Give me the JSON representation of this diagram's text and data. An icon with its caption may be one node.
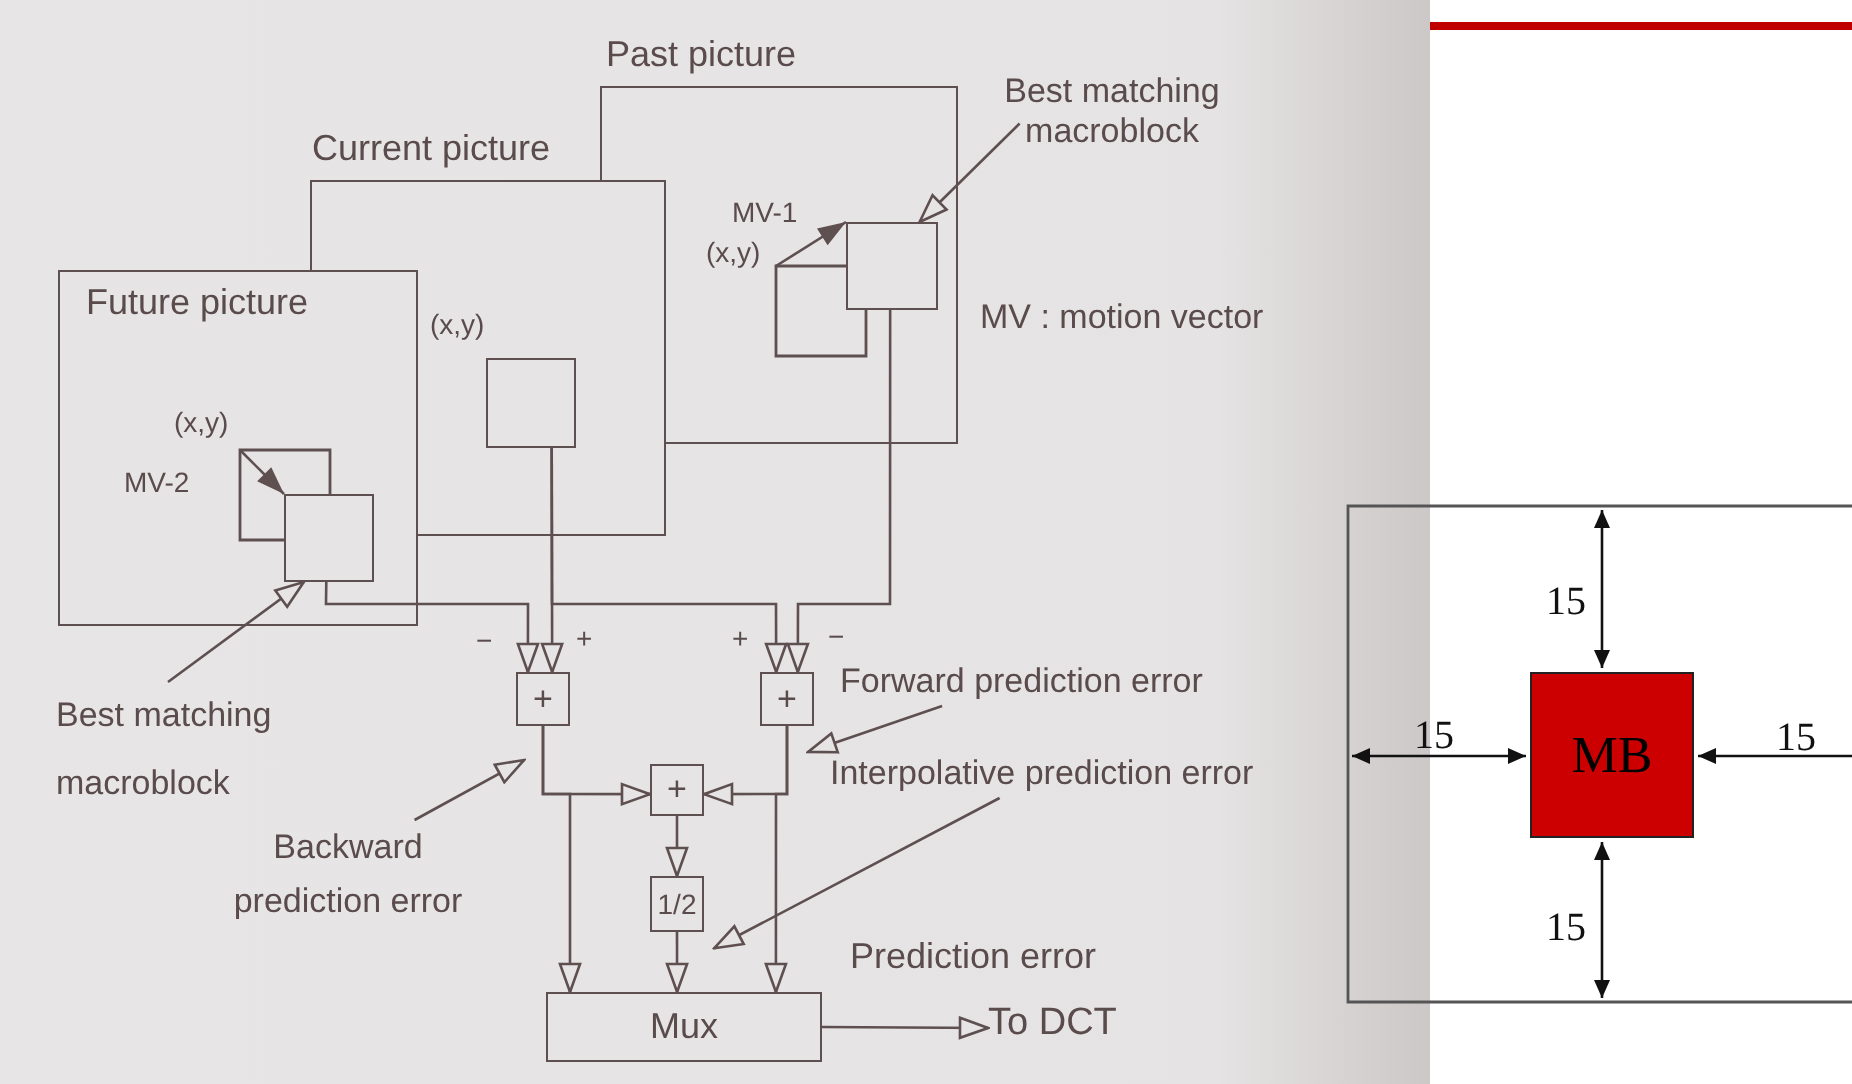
{
  "diagram": {
    "nodes": [
      {
        "text": [
          "Past picture"
        ]
      },
      {
        "text": [],
        "shape": "box",
        "in": 0,
        "beside": [
          "(x,y)"
        ]
      },
      {
        "text": [],
        "shape": "box",
        "in": 0
      },
      {
        "text": [
          "Current picture"
        ]
      },
      {
        "text": [],
        "shape": "box",
        "in": 3,
        "beside": [
          "(x,y)"
        ]
      },
      {
        "text": [
          "Future picture"
        ]
      },
      {
        "text": [],
        "shape": "box",
        "in": 5,
        "beside": [
          "(x,y)"
        ]
      },
      {
        "text": [],
        "shape": "box",
        "in": 5
      },
      {
        "text": [
          "Best matching macroblock"
        ]
      },
      {
        "text": [
          "Best matching macroblock"
        ]
      },
      {
        "text": [
          "+"
        ]
      },
      {
        "text": [
          "+"
        ]
      },
      {
        "text": [
          "+"
        ]
      },
      {
        "text": [
          "1/2"
        ]
      },
      {
        "text": [
          "Mux"
        ]
      },
      {
        "text": [
          "To DCT"
        ]
      },
      {
        "text": [
          "Backward prediction error"
        ]
      },
      {
        "text": [
          "Forward prediction error"
        ]
      },
      {
        "text": [
          "Interpolative prediction error"
        ]
      },
      {
        "text": [
          "MB"
        ]
      }
    ],
    "edges": [
      {
        "from": 1,
        "to": 2,
        "arrow": "to",
        "label": "MV-1"
      },
      {
        "from": 6,
        "to": 7,
        "arrow": "to",
        "label": "MV-2"
      },
      {
        "from": 7,
        "to": 10,
        "arrow": "to",
        "label": "−"
      },
      {
        "from": 4,
        "to": 10,
        "arrow": "to",
        "label": "+"
      },
      {
        "from": 4,
        "to": 11,
        "arrow": "to",
        "label": "+"
      },
      {
        "from": 2,
        "to": 11,
        "arrow": "to",
        "label": "−"
      },
      {
        "from": 10,
        "to": 12,
        "arrow": "to"
      },
      {
        "from": 11,
        "to": 12,
        "arrow": "to"
      },
      {
        "from": 12,
        "to": 13,
        "arrow": "to"
      },
      {
        "from": 13,
        "to": 14,
        "arrow": "to"
      },
      {
        "from": 10,
        "to": 14,
        "arrow": "to"
      },
      {
        "from": 11,
        "to": 14,
        "arrow": "to"
      },
      {
        "from": 14,
        "to": 15,
        "arrow": "to"
      },
      {
        "from": 8,
        "to": 2,
        "arrow": "to"
      },
      {
        "from": 9,
        "to": 7,
        "arrow": "to"
      },
      {
        "from": 16,
        "to": 10,
        "arrow": "to"
      },
      {
        "from": 17,
        "to": 11,
        "arrow": "to"
      },
      {
        "from": 18,
        "to": 13,
        "arrow": "to"
      }
    ],
    "labels": [
      "MV : motion vector",
      "15",
      "15",
      "15",
      "15",
      "Prediction error"
    ]
  }
}
